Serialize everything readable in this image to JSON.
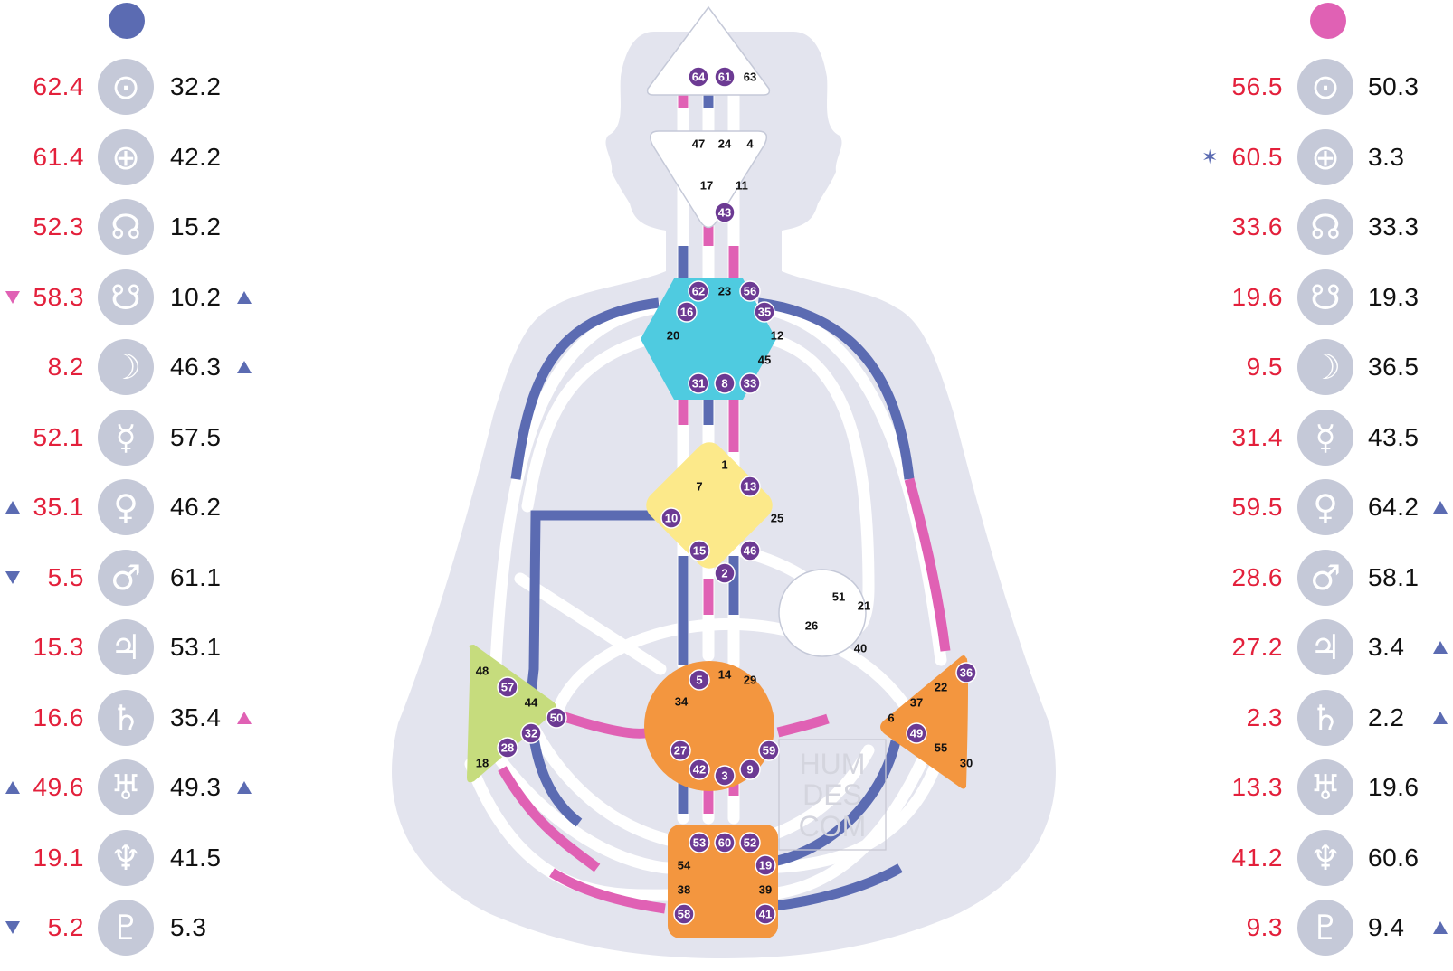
{
  "colors": {
    "design": "#5b6bb2",
    "personality": "#e061b4",
    "design_value": "#e3203b",
    "personality_value": "#111111",
    "silhouette": "#e3e4ee",
    "icon_bg": "#c5c9d8",
    "gate_badge": "#6c3a93",
    "head": "#ffffff",
    "throat": "#4fcbe0",
    "g_center": "#fce98a",
    "spleen": "#c6dc7d",
    "sacral": "#f3963f",
    "solar_plexus": "#f3963f",
    "root": "#f3963f"
  },
  "planets": [
    {
      "icon": "sun-icon",
      "glyph": "⊙"
    },
    {
      "icon": "earth-icon",
      "glyph": "⊕"
    },
    {
      "icon": "north-node-icon",
      "glyph": "☊"
    },
    {
      "icon": "south-node-icon",
      "glyph": "☋"
    },
    {
      "icon": "moon-icon",
      "glyph": "☽"
    },
    {
      "icon": "mercury-icon",
      "glyph": "☿"
    },
    {
      "icon": "venus-icon",
      "glyph": "♀"
    },
    {
      "icon": "mars-icon",
      "glyph": "♂"
    },
    {
      "icon": "jupiter-icon",
      "glyph": "♃"
    },
    {
      "icon": "saturn-icon",
      "glyph": "♄"
    },
    {
      "icon": "uranus-icon",
      "glyph": "♅"
    },
    {
      "icon": "neptune-icon",
      "glyph": "♆"
    },
    {
      "icon": "pluto-icon",
      "glyph": "♇"
    }
  ],
  "left_column": [
    {
      "design": "62.4",
      "personality": "32.2",
      "pre": "",
      "post": ""
    },
    {
      "design": "61.4",
      "personality": "42.2",
      "pre": "",
      "post": ""
    },
    {
      "design": "52.3",
      "personality": "15.2",
      "pre": "",
      "post": ""
    },
    {
      "design": "58.3",
      "personality": "10.2",
      "pre": "down-pink",
      "post": "up-blue"
    },
    {
      "design": "8.2",
      "personality": "46.3",
      "pre": "",
      "post": "up-blue"
    },
    {
      "design": "52.1",
      "personality": "57.5",
      "pre": "",
      "post": ""
    },
    {
      "design": "35.1",
      "personality": "46.2",
      "pre": "up-blue",
      "post": ""
    },
    {
      "design": "5.5",
      "personality": "61.1",
      "pre": "down-blue",
      "post": ""
    },
    {
      "design": "15.3",
      "personality": "53.1",
      "pre": "",
      "post": ""
    },
    {
      "design": "16.6",
      "personality": "35.4",
      "pre": "",
      "post": "up-pink"
    },
    {
      "design": "49.6",
      "personality": "49.3",
      "pre": "up-blue",
      "post": "up-blue"
    },
    {
      "design": "19.1",
      "personality": "41.5",
      "pre": "",
      "post": ""
    },
    {
      "design": "5.2",
      "personality": "5.3",
      "pre": "down-blue",
      "post": ""
    }
  ],
  "right_column": [
    {
      "design": "56.5",
      "personality": "50.3",
      "pre": "",
      "post": ""
    },
    {
      "design": "60.5",
      "personality": "3.3",
      "pre": "star-blue",
      "post": ""
    },
    {
      "design": "33.6",
      "personality": "33.3",
      "pre": "",
      "post": ""
    },
    {
      "design": "19.6",
      "personality": "19.3",
      "pre": "",
      "post": ""
    },
    {
      "design": "9.5",
      "personality": "36.5",
      "pre": "",
      "post": ""
    },
    {
      "design": "31.4",
      "personality": "43.5",
      "pre": "",
      "post": ""
    },
    {
      "design": "59.5",
      "personality": "64.2",
      "pre": "",
      "post": "up-blue"
    },
    {
      "design": "28.6",
      "personality": "58.1",
      "pre": "",
      "post": ""
    },
    {
      "design": "27.2",
      "personality": "3.4",
      "pre": "",
      "post": "up-blue"
    },
    {
      "design": "2.3",
      "personality": "2.2",
      "pre": "",
      "post": "up-blue"
    },
    {
      "design": "13.3",
      "personality": "19.6",
      "pre": "",
      "post": ""
    },
    {
      "design": "41.2",
      "personality": "60.6",
      "pre": "",
      "post": ""
    },
    {
      "design": "9.3",
      "personality": "9.4",
      "pre": "",
      "post": "up-blue"
    }
  ],
  "centers": {
    "head": {
      "gates": [
        "64",
        "61",
        "63"
      ],
      "active": [
        "64",
        "61"
      ]
    },
    "ajna": {
      "gates": [
        "47",
        "24",
        "4",
        "17",
        "11",
        "43"
      ],
      "active": [
        "43"
      ]
    },
    "throat": {
      "gates": [
        "62",
        "23",
        "56",
        "16",
        "35",
        "20",
        "12",
        "45",
        "31",
        "8",
        "33"
      ],
      "active": [
        "62",
        "56",
        "16",
        "35",
        "31",
        "8",
        "33"
      ]
    },
    "g": {
      "gates": [
        "1",
        "7",
        "13",
        "10",
        "25",
        "15",
        "46",
        "2"
      ],
      "active": [
        "13",
        "10",
        "15",
        "46",
        "2"
      ]
    },
    "ego": {
      "gates": [
        "51",
        "21",
        "26",
        "40"
      ],
      "active": []
    },
    "spleen": {
      "gates": [
        "48",
        "57",
        "44",
        "50",
        "32",
        "28",
        "18"
      ],
      "active": [
        "57",
        "50",
        "32",
        "28"
      ]
    },
    "sacral": {
      "gates": [
        "5",
        "14",
        "29",
        "34",
        "27",
        "59",
        "42",
        "3",
        "9"
      ],
      "active": [
        "5",
        "27",
        "59",
        "42",
        "3",
        "9"
      ]
    },
    "solar_plexus": {
      "gates": [
        "36",
        "22",
        "37",
        "6",
        "49",
        "55",
        "30"
      ],
      "active": [
        "36",
        "49"
      ]
    },
    "root": {
      "gates": [
        "53",
        "60",
        "52",
        "54",
        "19",
        "38",
        "39",
        "58",
        "41"
      ],
      "active": [
        "53",
        "60",
        "52",
        "19",
        "58",
        "41"
      ]
    }
  },
  "watermark": [
    "HUM",
    "DES",
    "COM"
  ]
}
